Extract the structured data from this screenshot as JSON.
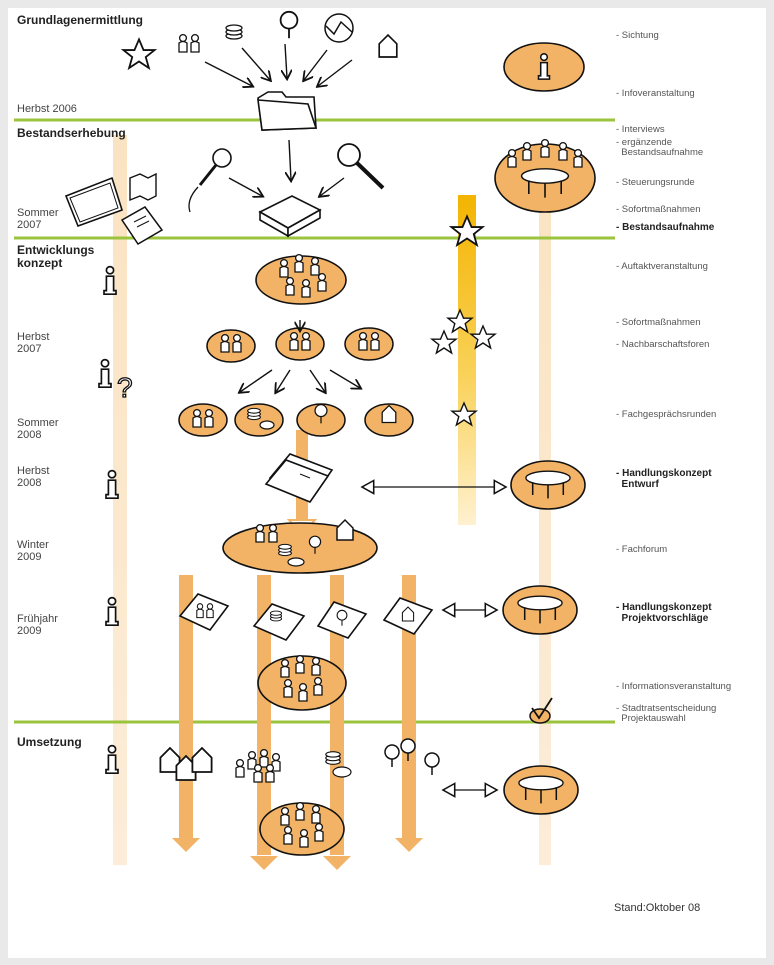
{
  "phases": {
    "grundlagen": "Grundlagenermittlung",
    "bestand": "Bestandserhebung",
    "entwicklung": "Entwicklungs\nkonzept",
    "umsetzung": "Umsetzung"
  },
  "times": {
    "herbst2006": "Herbst 2006",
    "sommer2007": "Sommer\n2007",
    "herbst2007": "Herbst\n2007",
    "sommer2008": "Sommer\n2008",
    "herbst2008": "Herbst\n2008",
    "winter2009": "Winter\n2009",
    "fruehjahr2009": "Frühjahr\n2009"
  },
  "side_labels": {
    "sichtung": "- Sichtung",
    "infoveranstaltung": "- Infoveranstaltung",
    "interviews": "- Interviews",
    "ergaenzende": "- ergänzende\n  Bestandsaufnahme",
    "steuerungsrunde": "- Steuerungsrunde",
    "sofort1": "- Sofortmaßnahmen",
    "bestandsaufnahme": "- Bestandsaufnahme",
    "auftakt": "- Auftaktveranstaltung",
    "sofort2": "- Sofortmaßnahmen",
    "nachbarschaft": "- Nachbarschaftsforen",
    "fachgespraech": "- Fachgesprächsrunden",
    "hk_entwurf": "- Handlungskonzept\n  Entwurf",
    "fachforum": "- Fachforum",
    "hk_projekt": "- Handlungskonzept\n  Projektvorschläge",
    "info2": "- Informationsveranstaltung",
    "stadtrat": "- Stadtratsentscheidung\n  Projektauswahl"
  },
  "footer": {
    "stand": "Stand:Oktober 08"
  },
  "colors": {
    "orange": "#f3b366",
    "stream": "#f7d29e",
    "green": "#9bc43c",
    "yellow": "#f6c200",
    "ink": "#111111"
  }
}
